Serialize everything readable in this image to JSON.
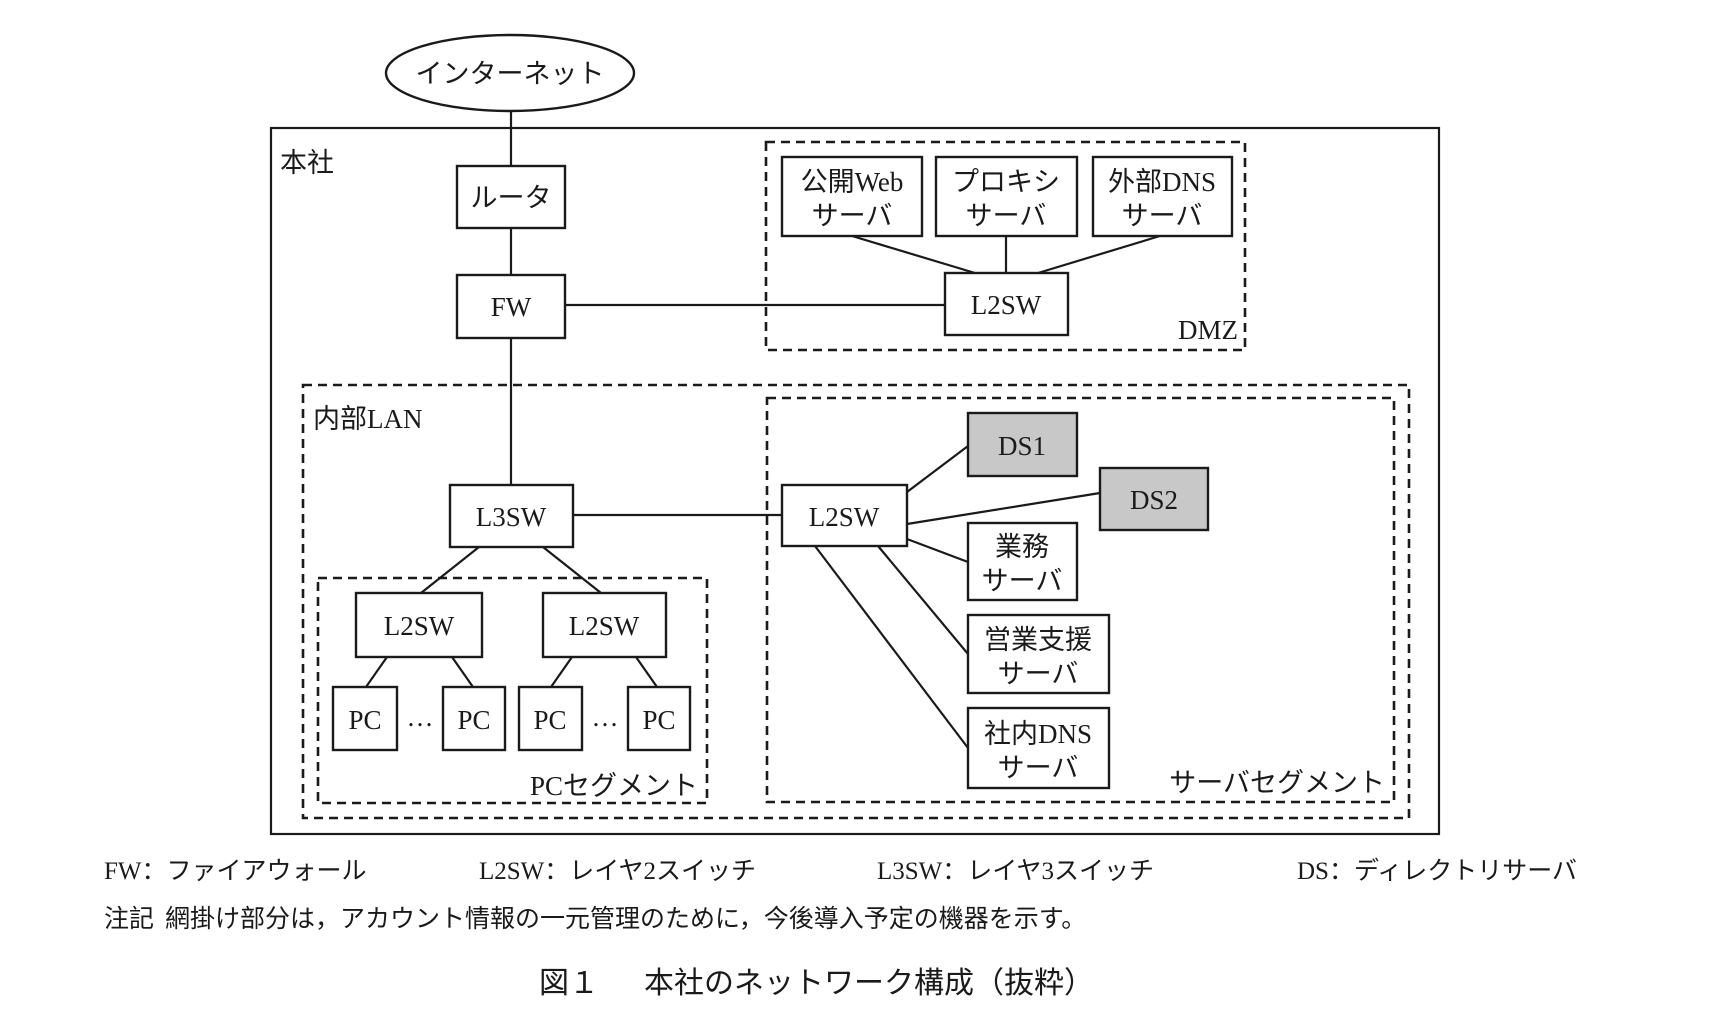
{
  "diagram": {
    "internet": "インターネット",
    "zones": {
      "hq": "本社",
      "dmz": "DMZ",
      "internal_lan": "内部LAN",
      "pc_segment": "PCセグメント",
      "server_segment": "サーバセグメント"
    },
    "nodes": {
      "router": "ルータ",
      "fw": "FW",
      "dmz_l2sw": "L2SW",
      "public_web": [
        "公開Web",
        "サーバ"
      ],
      "proxy": [
        "プロキシ",
        "サーバ"
      ],
      "external_dns": [
        "外部DNS",
        "サーバ"
      ],
      "l3sw": "L3SW",
      "pc_l2sw_1": "L2SW",
      "pc_l2sw_2": "L2SW",
      "pc": "PC",
      "ellipsis": "…",
      "server_l2sw": "L2SW",
      "ds1": "DS1",
      "ds2": "DS2",
      "business": [
        "業務",
        "サーバ"
      ],
      "sales_support": [
        "営業支援",
        "サーバ"
      ],
      "internal_dns": [
        "社内DNS",
        "サーバ"
      ]
    },
    "shaded_nodes": [
      "DS1",
      "DS2"
    ],
    "shade_color": "#c8c8c8"
  },
  "legend": {
    "items": [
      "FW：ファイアウォール",
      "L2SW：レイヤ2スイッチ",
      "L3SW：レイヤ3スイッチ",
      "DS：ディレクトリサーバ"
    ],
    "note_label": "注記",
    "note_text": "網掛け部分は，アカウント情報の一元管理のために，今後導入予定の機器を示す。"
  },
  "figure": {
    "number": "図１",
    "title": "本社のネットワーク構成（抜粋）"
  }
}
